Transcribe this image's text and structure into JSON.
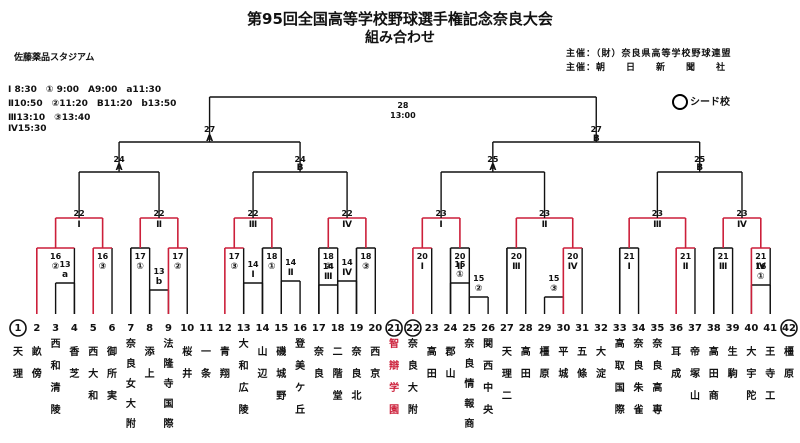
{
  "header": {
    "title": "第95回全国高等学校野球選手権記念奈良大会",
    "subtitle": "組み合わせ",
    "organizer_main": "主催：（財）奈良県高等学校野球連盟",
    "organizer_co": "主催：朝　　日　　新　　聞　　社"
  },
  "venue": "佐藤薬品スタジアム",
  "schedule": [
    "Ⅰ 8:30　① 9:00　A9:00　a11:30",
    "Ⅱ10:50　②11:20　B11:20　b13:50",
    "Ⅲ13:10　③13:40",
    "Ⅳ15:30"
  ],
  "legend": "シード校",
  "final": {
    "day": "28",
    "time": "13:00"
  },
  "semis": [
    {
      "day": "27",
      "slot": "A"
    },
    {
      "day": "27",
      "slot": "B"
    }
  ],
  "quarters": [
    {
      "day": "24",
      "slot": "A"
    },
    {
      "day": "24",
      "slot": "B"
    },
    {
      "day": "25",
      "slot": "A"
    },
    {
      "day": "25",
      "slot": "B"
    }
  ],
  "round3": [
    {
      "day": "22",
      "slot": "Ⅰ"
    },
    {
      "day": "22",
      "slot": "Ⅱ"
    },
    {
      "day": "22",
      "slot": "Ⅲ"
    },
    {
      "day": "22",
      "slot": "Ⅳ"
    },
    {
      "day": "23",
      "slot": "Ⅰ"
    },
    {
      "day": "23",
      "slot": "Ⅱ"
    },
    {
      "day": "23",
      "slot": "Ⅲ"
    },
    {
      "day": "23",
      "slot": "Ⅳ"
    }
  ],
  "round2": [
    {
      "day": "16",
      "slot": "②"
    },
    {
      "day": "16",
      "slot": "③"
    },
    {
      "day": "17",
      "slot": "①"
    },
    {
      "day": "17",
      "slot": "②"
    },
    {
      "day": "17",
      "slot": "③"
    },
    {
      "day": "18",
      "slot": "①"
    },
    {
      "day": "18",
      "slot": "②"
    },
    {
      "day": "18",
      "slot": "③"
    },
    {
      "day": "20",
      "slot": "Ⅰ"
    },
    {
      "day": "20",
      "slot": "Ⅱ"
    },
    {
      "day": "20",
      "slot": "Ⅲ"
    },
    {
      "day": "20",
      "slot": "Ⅳ"
    },
    {
      "day": "21",
      "slot": "Ⅰ"
    },
    {
      "day": "21",
      "slot": "Ⅱ"
    },
    {
      "day": "21",
      "slot": "Ⅲ"
    },
    {
      "day": "21",
      "slot": "Ⅳ"
    }
  ],
  "round1": [
    {
      "day": "13",
      "slot": "a"
    },
    {
      "day": "13",
      "slot": "b"
    },
    {
      "day": "14",
      "slot": "Ⅰ"
    },
    {
      "day": "14",
      "slot": "Ⅱ"
    },
    {
      "day": "14",
      "slot": "Ⅲ"
    },
    {
      "day": "14",
      "slot": "Ⅳ"
    },
    {
      "day": "15",
      "slot": "①"
    },
    {
      "day": "15",
      "slot": "②"
    },
    {
      "day": "15",
      "slot": "③"
    },
    {
      "day": "16",
      "slot": "①"
    }
  ],
  "seeds": [
    1,
    21,
    22,
    42
  ],
  "winner_path_color": "#cc1f3a",
  "line_color": "#111111",
  "teams": [
    {
      "no": "1",
      "name": "天理"
    },
    {
      "no": "2",
      "name": "畝傍"
    },
    {
      "no": "3",
      "name": "西和清陵"
    },
    {
      "no": "4",
      "name": "香芝"
    },
    {
      "no": "5",
      "name": "西大和"
    },
    {
      "no": "6",
      "name": "御所実"
    },
    {
      "no": "7",
      "name": "奈良女大附"
    },
    {
      "no": "8",
      "name": "添上"
    },
    {
      "no": "9",
      "name": "法隆寺国際"
    },
    {
      "no": "10",
      "name": "桜井"
    },
    {
      "no": "11",
      "name": "一条"
    },
    {
      "no": "12",
      "name": "青翔"
    },
    {
      "no": "13",
      "name": "大和広陵"
    },
    {
      "no": "14",
      "name": "山辺"
    },
    {
      "no": "15",
      "name": "磯城野"
    },
    {
      "no": "16",
      "name": "登美ケ丘"
    },
    {
      "no": "17",
      "name": "奈良"
    },
    {
      "no": "18",
      "name": "二階堂"
    },
    {
      "no": "19",
      "name": "奈良北"
    },
    {
      "no": "20",
      "name": "西京"
    },
    {
      "no": "21",
      "name": "智辯学園"
    },
    {
      "no": "22",
      "name": "奈良大附"
    },
    {
      "no": "23",
      "name": "高田"
    },
    {
      "no": "24",
      "name": "郡山"
    },
    {
      "no": "25",
      "name": "奈良情報商"
    },
    {
      "no": "26",
      "name": "関西中央"
    },
    {
      "no": "27",
      "name": "天理二"
    },
    {
      "no": "28",
      "name": "高田"
    },
    {
      "no": "29",
      "name": "橿原"
    },
    {
      "no": "30",
      "name": "平城"
    },
    {
      "no": "31",
      "name": "五條"
    },
    {
      "no": "32",
      "name": "大淀"
    },
    {
      "no": "33",
      "name": "高取国際"
    },
    {
      "no": "34",
      "name": "奈良朱雀"
    },
    {
      "no": "35",
      "name": "奈良高専"
    },
    {
      "no": "36",
      "name": "耳成"
    },
    {
      "no": "37",
      "name": "帝塚山"
    },
    {
      "no": "38",
      "name": "高田商"
    },
    {
      "no": "39",
      "name": "生駒"
    },
    {
      "no": "40",
      "name": "大宇陀"
    },
    {
      "no": "41",
      "name": "王寺工"
    },
    {
      "no": "42",
      "name": "橿原"
    }
  ],
  "red_team_index": 21
}
